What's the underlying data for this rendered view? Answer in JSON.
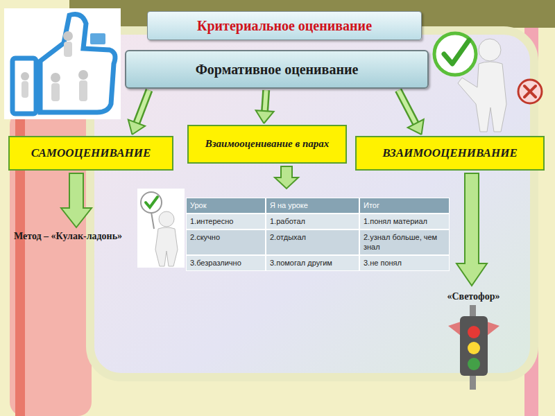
{
  "diagram": {
    "nodes": [
      {
        "text": [
          "Критериальное оценивание"
        ]
      },
      {
        "text": [
          "Формативное оценивание"
        ]
      },
      {
        "text": [
          "САМООЦЕНИВАНИЕ"
        ]
      },
      {
        "text": [
          "Взаимооценивание в парах"
        ]
      },
      {
        "text": [
          "ВЗАИМООЦЕНИВАНИЕ"
        ]
      }
    ],
    "edges": [
      {
        "from": 1,
        "to": 2,
        "arrow": "to"
      },
      {
        "from": 1,
        "to": 3,
        "arrow": "to"
      },
      {
        "from": 1,
        "to": 4,
        "arrow": "to"
      }
    ],
    "labels": [
      "Метод – «Кулак-ладонь»",
      "Урок",
      "Я на уроке",
      "Итог",
      "1.интересно",
      "1.работал",
      "1.понял материал",
      "2.скучно",
      "2.отдыхал",
      "2.узнал больше, чем знал",
      "3.безразлично",
      "3.помогал другим",
      "3.не понял",
      "«Светофор»"
    ]
  }
}
